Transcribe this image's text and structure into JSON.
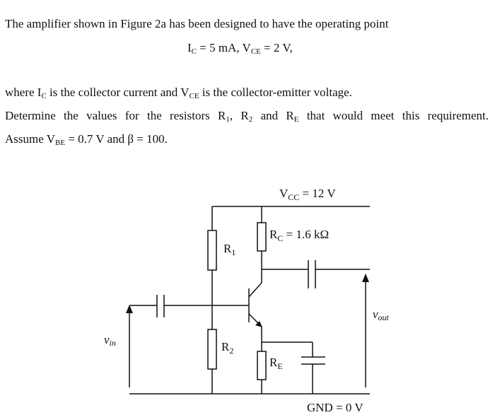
{
  "text": {
    "line1": "The amplifier shown in Figure 2a has been designed to have the operating point",
    "op_ic_label": "I",
    "op_ic_sub": "C",
    "op_ic_value": " = 5 mA, ",
    "op_vce_label": "V",
    "op_vce_sub": "CE",
    "op_vce_value": " = 2 V,",
    "where_a": "where I",
    "where_ic_sub": "C",
    "where_b": " is the collector current and V",
    "where_vce_sub": "CE",
    "where_c": " is the collector-emitter voltage.",
    "determine_a": "Determine the values for the resistors R",
    "determine_r1_sub": "1",
    "determine_b": ", R",
    "determine_r2_sub": "2",
    "determine_c": " and R",
    "determine_re_sub": "E",
    "determine_d": " that would meet this requirement.",
    "assume_a": "Assume V",
    "assume_vbe_sub": "BE",
    "assume_b": " = 0.7 V and β = 100."
  },
  "circuit": {
    "vcc_main": "V",
    "vcc_sub": "CC",
    "vcc_value": " = 12 V",
    "rc_main": "R",
    "rc_sub": "C",
    "rc_value": " = 1.6 kΩ",
    "r1_main": "R",
    "r1_sub": "1",
    "r2_main": "R",
    "r2_sub": "2",
    "re_main": "R",
    "re_sub": "E",
    "vin_main": "v",
    "vin_sub": "in",
    "vout_main": "v",
    "vout_sub": "out",
    "gnd_label": "GND = 0 V"
  }
}
